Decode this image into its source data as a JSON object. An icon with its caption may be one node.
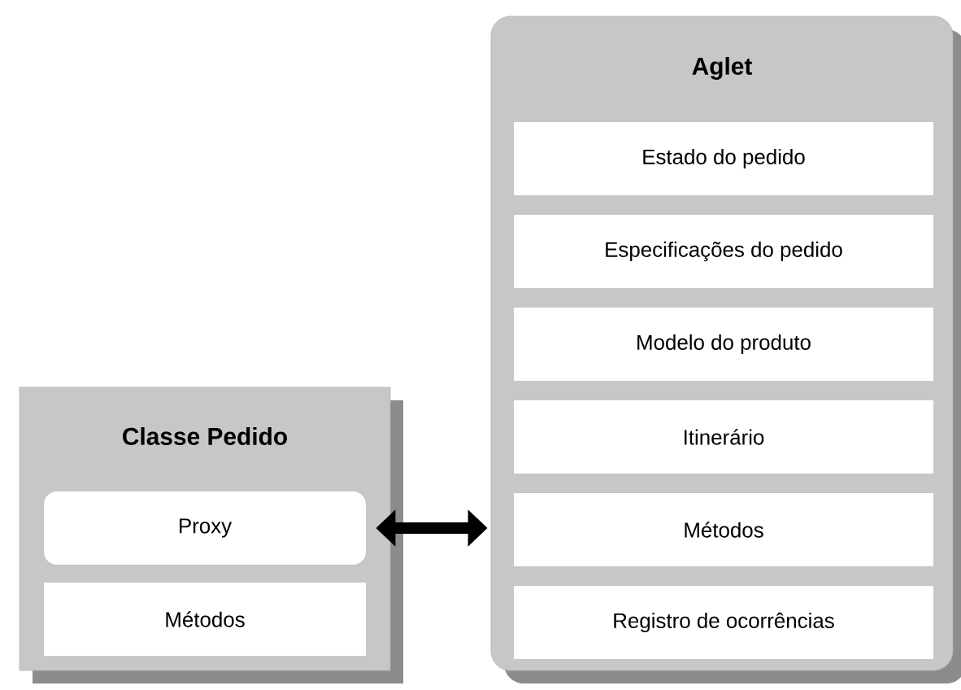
{
  "diagram": {
    "nodes": [
      {
        "text": [
          "Classe Pedido"
        ]
      },
      {
        "text": [
          "Proxy"
        ],
        "in": 0
      },
      {
        "text": [
          "Métodos"
        ],
        "in": 0
      },
      {
        "text": [
          "Aglet"
        ]
      },
      {
        "text": [
          "Estado do pedido"
        ],
        "in": 3
      },
      {
        "text": [
          "Especificações do pedido"
        ],
        "in": 3
      },
      {
        "text": [
          "Modelo do produto"
        ],
        "in": 3
      },
      {
        "text": [
          "Itinerário"
        ],
        "in": 3
      },
      {
        "text": [
          "Métodos"
        ],
        "in": 3
      },
      {
        "text": [
          "Registro de ocorrências"
        ],
        "in": 3
      }
    ],
    "edges": [
      {
        "from": 1,
        "to": 3,
        "arrow": "both"
      }
    ]
  }
}
